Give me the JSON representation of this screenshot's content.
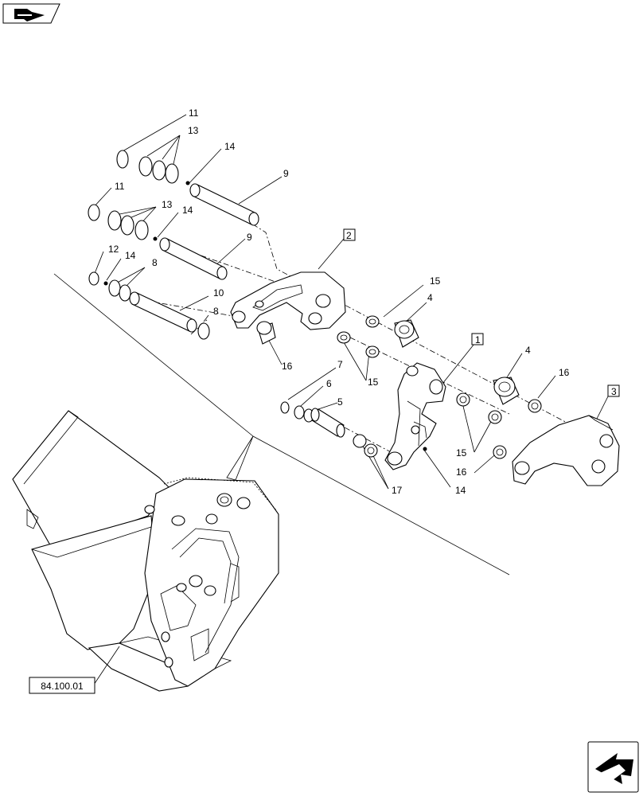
{
  "callouts": [
    {
      "id": "c11a",
      "text": "11"
    },
    {
      "id": "c13a",
      "text": "13"
    },
    {
      "id": "c14a",
      "text": "14"
    },
    {
      "id": "c9a",
      "text": "9"
    },
    {
      "id": "c11b",
      "text": "11"
    },
    {
      "id": "c13b",
      "text": "13"
    },
    {
      "id": "c14b",
      "text": "14"
    },
    {
      "id": "c9b",
      "text": "9"
    },
    {
      "id": "c12",
      "text": "12"
    },
    {
      "id": "c14c",
      "text": "14"
    },
    {
      "id": "c8a",
      "text": "8"
    },
    {
      "id": "c10",
      "text": "10"
    },
    {
      "id": "c8b",
      "text": "8"
    },
    {
      "id": "c2",
      "text": "2"
    },
    {
      "id": "c15a",
      "text": "15"
    },
    {
      "id": "c4a",
      "text": "4"
    },
    {
      "id": "c1",
      "text": "1"
    },
    {
      "id": "c16a",
      "text": "16"
    },
    {
      "id": "c7",
      "text": "7"
    },
    {
      "id": "c15b",
      "text": "15"
    },
    {
      "id": "c6",
      "text": "6"
    },
    {
      "id": "c5",
      "text": "5"
    },
    {
      "id": "c4b",
      "text": "4"
    },
    {
      "id": "c16b",
      "text": "16"
    },
    {
      "id": "c3",
      "text": "3"
    },
    {
      "id": "c15c",
      "text": "15"
    },
    {
      "id": "c16c",
      "text": "16"
    },
    {
      "id": "c17",
      "text": "17"
    },
    {
      "id": "c14d",
      "text": "14"
    }
  ],
  "reference": {
    "label": "84.100.01"
  },
  "icons": {
    "top_left": "arrow-tab-icon",
    "bottom_right": "next-page-arrow-icon"
  }
}
